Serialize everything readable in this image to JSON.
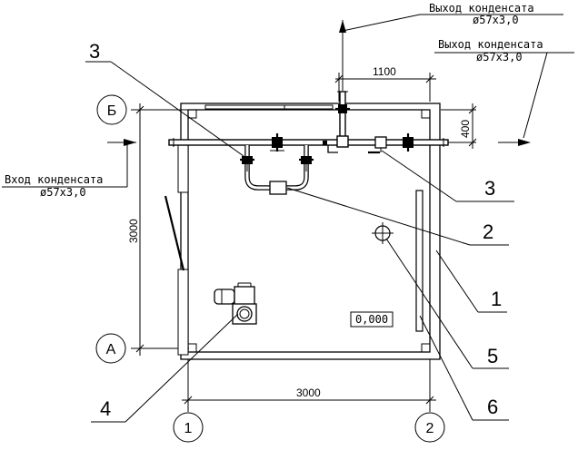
{
  "labels": {
    "outlet_condensate": "Выход конденсата",
    "pipe_size": "ø57x3,0",
    "inlet_condensate": "Вход конденсата"
  },
  "axes": {
    "b": "Б",
    "a": "А",
    "one": "1",
    "two": "2"
  },
  "dimensions": {
    "d1100": "1100",
    "d400": "400",
    "d3000_v": "3000",
    "d3000_h": "3000"
  },
  "callouts": {
    "c3_top": "3",
    "c3_right": "3",
    "c2": "2",
    "c1": "1",
    "c5": "5",
    "c6": "6",
    "c4": "4"
  },
  "elevation": "0,000"
}
